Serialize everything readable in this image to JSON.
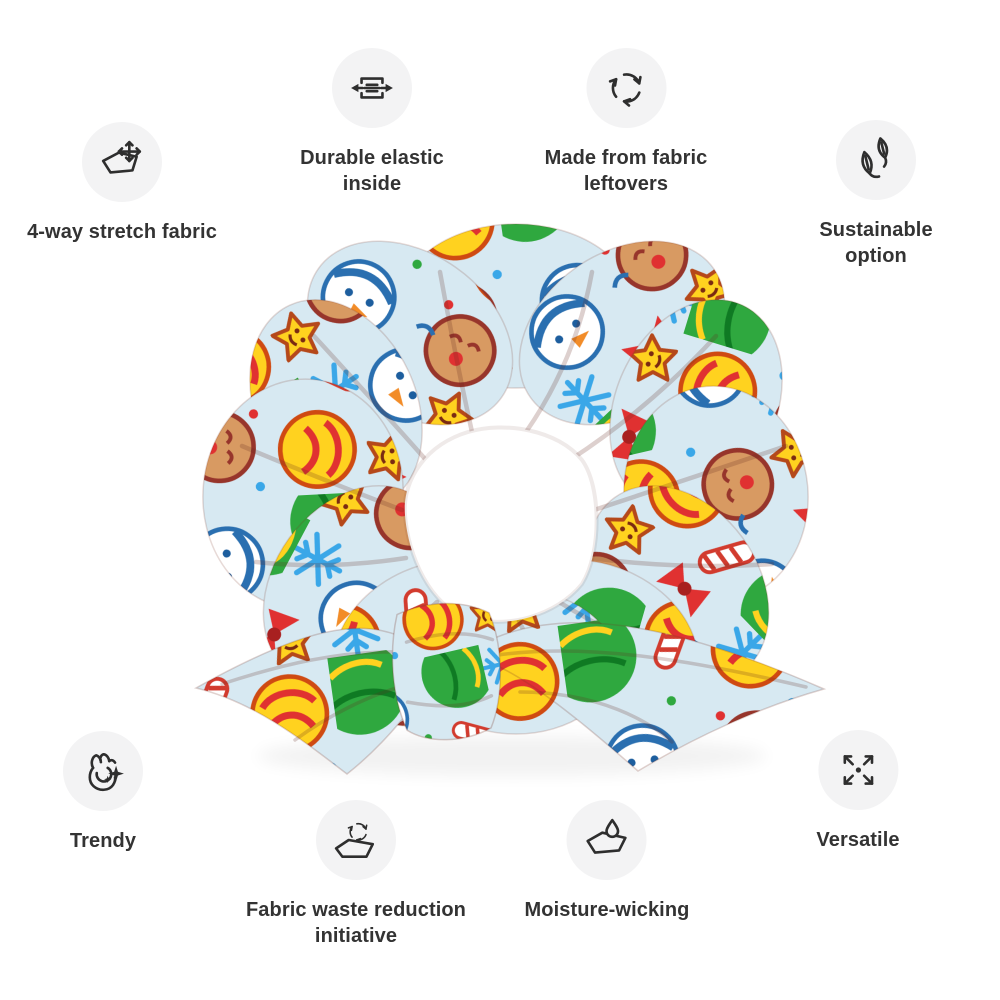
{
  "page": {
    "background": "#ffffff"
  },
  "features": [
    {
      "id": "stretch",
      "icon": "fabric-stretch-icon",
      "label": "4-way stretch fabric"
    },
    {
      "id": "elastic",
      "icon": "elastic-band-icon",
      "label": "Durable elastic inside"
    },
    {
      "id": "leftovers",
      "icon": "recycle-arrows-icon",
      "label": "Made from fabric leftovers"
    },
    {
      "id": "sustainable",
      "icon": "leaves-icon",
      "label": "Sustainable option"
    },
    {
      "id": "trendy",
      "icon": "scrunchie-sparkle-icon",
      "label": "Trendy"
    },
    {
      "id": "waste",
      "icon": "fabric-recycle-icon",
      "label": "Fabric waste reduction initiative"
    },
    {
      "id": "moisture",
      "icon": "droplet-fabric-icon",
      "label": "Moisture-wicking"
    },
    {
      "id": "versatile",
      "icon": "expand-arrows-icon",
      "label": "Versatile"
    }
  ],
  "style": {
    "badge_bg": "#f3f3f4",
    "icon_stroke": "#2e2e2e",
    "label_color": "#333333"
  },
  "product": {
    "type": "all-over print scrunchie with bow",
    "print_theme": "Christmas doodles",
    "print_motifs": [
      "snowman",
      "gingerbread deer",
      "candy cane",
      "red bow",
      "yellow ornament",
      "blue snowflake",
      "smiley star",
      "christmas tree",
      "holly"
    ],
    "print_palette": [
      "#2fa83f",
      "#0f7a23",
      "#e03131",
      "#d23b2e",
      "#ffd21f",
      "#f28c28",
      "#d89a62",
      "#97352b",
      "#3aa7e8",
      "#2a6fb0",
      "#d7e9f2",
      "#ffffff"
    ]
  }
}
